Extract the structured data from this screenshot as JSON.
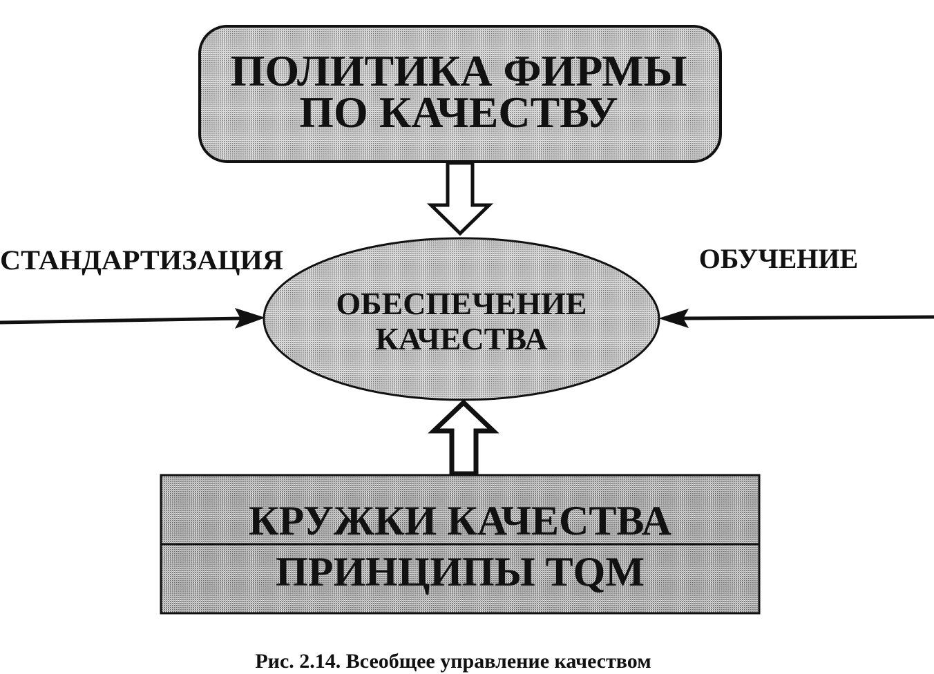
{
  "policy_box": {
    "line1": "ПОЛИТИКА ФИРМЫ",
    "line2": "ПО КАЧЕСТВУ"
  },
  "center_ellipse": {
    "line1": "ОБЕСПЕЧЕНИЕ",
    "line2": "КАЧЕСТВА"
  },
  "left_input": {
    "label": "СТАНДАРТИЗАЦИЯ"
  },
  "right_input": {
    "label": "ОБУЧЕНИЕ"
  },
  "base_box": {
    "row1": "КРУЖКИ КАЧЕСТВА",
    "row2": "ПРИНЦИПЫ TQM"
  },
  "caption": "Рис. 2.14. Всеобщее управление качеством",
  "colors": {
    "fill_shade": "#bdbdbd",
    "stroke": "#111111",
    "background": "#ffffff"
  }
}
